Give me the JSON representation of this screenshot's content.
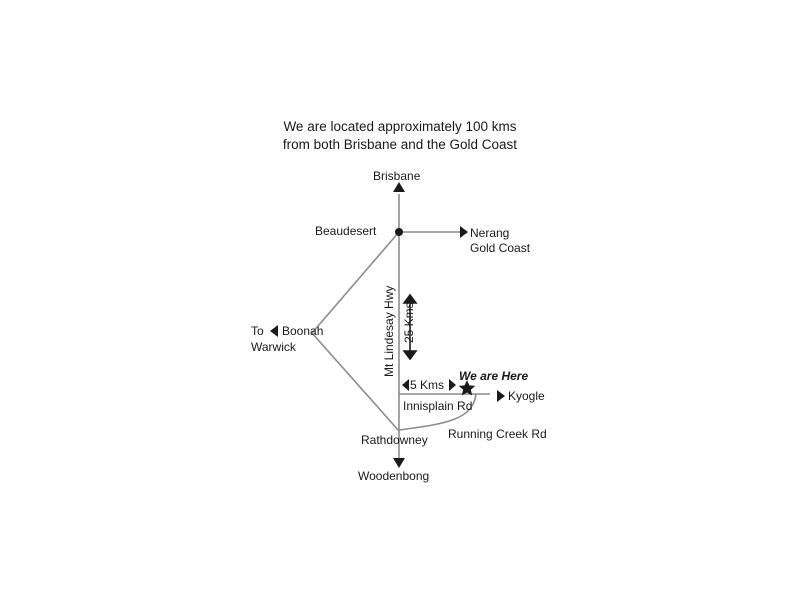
{
  "intro": {
    "line1": "We are located approximately 100 kms",
    "line2": "from both Brisbane and the Gold Coast"
  },
  "places": {
    "brisbane": "Brisbane",
    "beaudesert": "Beaudesert",
    "nerang": "Nerang",
    "gold_coast": "Gold Coast",
    "to": "To",
    "boonah": "Boonah",
    "warwick": "Warwick",
    "we_are_here": "We are Here",
    "kyogle": "Kyogle",
    "rathdowney": "Rathdowney",
    "woodenbong": "Woodenbong"
  },
  "roads": {
    "highway": "Mt Lindesay Hwy",
    "innisplain": "Innisplain Rd",
    "running_creek": "Running Creek Rd"
  },
  "distances": {
    "hwy_segment": "25 Kms",
    "innisplain_segment": "5 Kms"
  },
  "colors": {
    "road": "#8c8c8c",
    "ink": "#1a1a1a"
  },
  "icons": {
    "location_marker": "star-icon",
    "town_marker": "dot-icon"
  }
}
